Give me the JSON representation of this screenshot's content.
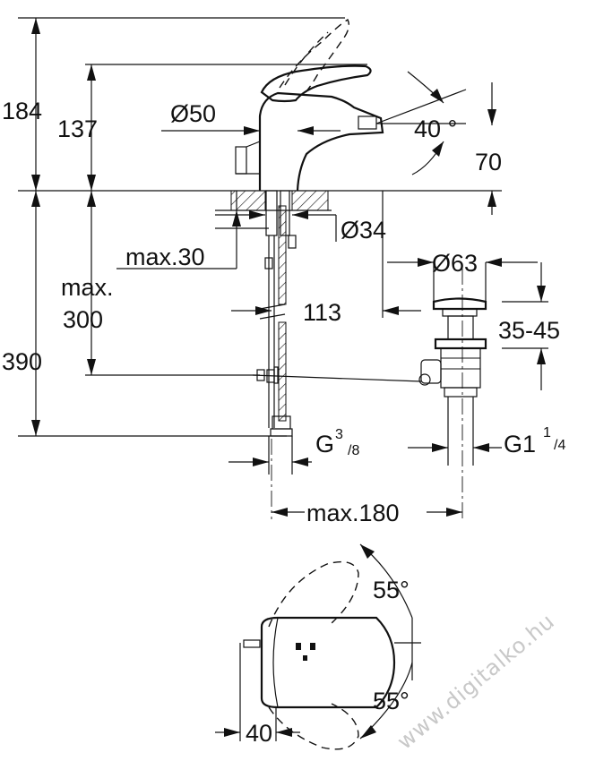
{
  "labels": {
    "total_height": "184",
    "spout_height": "137",
    "base_diameter": "Ø50",
    "spray_angle": "40 °",
    "spout_projection_height": "70",
    "hole_diameter": "Ø34",
    "max_deck_thickness": "max.30",
    "max_label": "max.",
    "max_hose_length": "300",
    "spout_reach": "113",
    "waste_diameter": "Ø63",
    "waste_height_range": "35-45",
    "overall_depth": "390",
    "connection_thread_g": "G",
    "connection_thread_num": "3",
    "connection_thread_den": "/8",
    "waste_thread_g": "G1",
    "waste_thread_num": "1",
    "waste_thread_den": "/4",
    "max_width": "max.180",
    "rotation_angle_top": "55°",
    "rotation_angle_bottom": "55°",
    "lever_offset": "40"
  },
  "watermark": "www.digitalko.hu",
  "colors": {
    "line": "#111111",
    "background": "#ffffff",
    "watermark": "#c8c8c8"
  }
}
